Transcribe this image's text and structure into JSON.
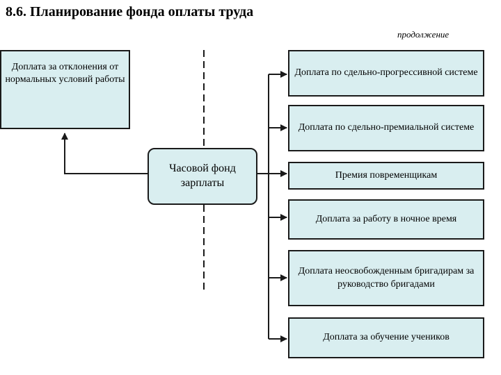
{
  "header": {
    "title": "8.6. Планирование фонда оплаты труда",
    "subtitle": "продолжение"
  },
  "center_box": {
    "label": "Часовой фонд зарплаты"
  },
  "left_box": {
    "label": "Доплата за отклонения от нормальных условий работы"
  },
  "right_boxes": [
    {
      "label": "Доплата по сдельно-прогрессивной системе"
    },
    {
      "label": "Доплата по сдельно-премиальной системе"
    },
    {
      "label": "Премия повременщикам"
    },
    {
      "label": "Доплата за работу в ночное время"
    },
    {
      "label": "Доплата неосвобожденным бригадирам за руководство бригадами"
    },
    {
      "label": "Доплата за обучение учеников"
    }
  ],
  "colors": {
    "box_fill": "#d9eef0",
    "border": "#1a1a1a"
  }
}
